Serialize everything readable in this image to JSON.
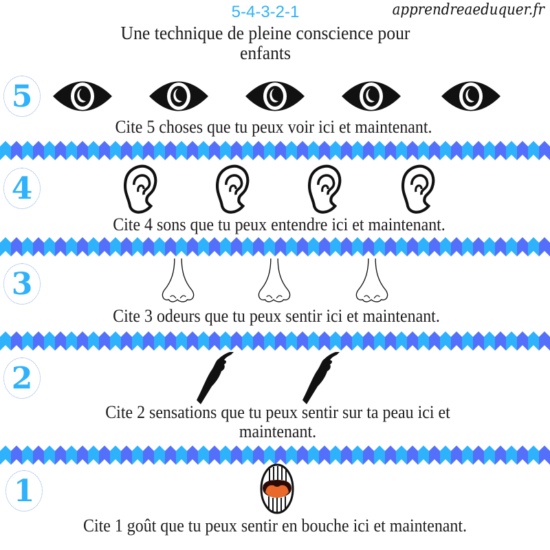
{
  "header": {
    "sequence": "5-4-3-2-1",
    "title_line1": "Une technique de pleine conscience pour",
    "title_line2": "enfants",
    "logo": "apprendreaeduquer.fr"
  },
  "steps": [
    {
      "number": "5",
      "icon": "eye-icon",
      "count": 5,
      "caption": "Cite 5 choses que tu peux voir ici et maintenant."
    },
    {
      "number": "4",
      "icon": "ear-icon",
      "count": 4,
      "caption": "Cite 4 sons que tu peux entendre ici et maintenant."
    },
    {
      "number": "3",
      "icon": "nose-icon",
      "count": 3,
      "caption": "Cite 3 odeurs que tu peux sentir ici et maintenant."
    },
    {
      "number": "2",
      "icon": "hand-icon",
      "count": 2,
      "caption_line1": "Cite 2 sensations que tu peux sentir sur ta peau ici et",
      "caption_line2": "maintenant."
    },
    {
      "number": "1",
      "icon": "mouth-icon",
      "count": 1,
      "caption": "Cite 1 goût que tu peux sentir en bouche ici et maintenant."
    }
  ],
  "colors": {
    "accent": "#2eb2fb",
    "band_light": "#2eb2fb",
    "band_dark": "#5470fb",
    "tongue": "#e8692a"
  }
}
